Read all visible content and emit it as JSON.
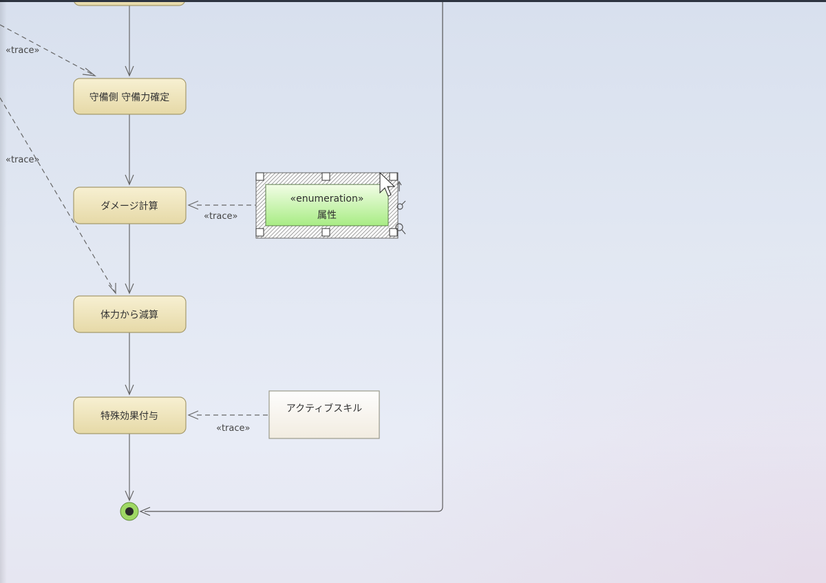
{
  "diagram": {
    "actions": [
      {
        "id": "a0",
        "label": ""
      },
      {
        "id": "a1",
        "label": "守備側 守備力確定"
      },
      {
        "id": "a2",
        "label": "ダメージ計算"
      },
      {
        "id": "a3",
        "label": "体力から減算"
      },
      {
        "id": "a4",
        "label": "特殊効果付与"
      }
    ],
    "trace_labels": [
      "«trace»",
      "«trace»",
      "«trace»",
      "«trace»"
    ],
    "enumeration": {
      "stereotype": "«enumeration»",
      "name": "属性"
    },
    "class_box": {
      "label": "アクティブスキル"
    },
    "colors": {
      "action_fill_top": "#f7f0d2",
      "action_fill_bottom": "#e6d9a7",
      "action_stroke": "#a59a6c",
      "enum_fill_top": "#f2fde6",
      "enum_fill_bottom": "#a8ec84",
      "final_outer": "#9fd864",
      "final_inner": "#2a2a2a",
      "line": "#666666",
      "frame": "#555555"
    }
  }
}
